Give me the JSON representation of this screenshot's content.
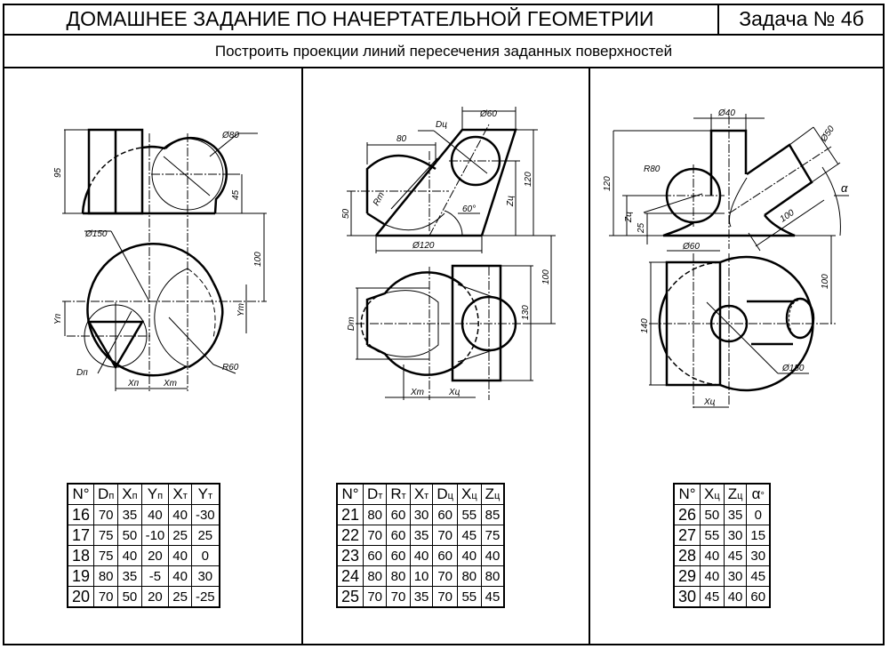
{
  "header": {
    "title": "ДОМАШНЕЕ ЗАДАНИЕ ПО НАЧЕРТАТЕЛЬНОЙ ГЕОМЕТРИИ",
    "task": "Задача № 4б",
    "subtitle": "Построить проекции линий пересечения заданных поверхностей"
  },
  "drawing1": {
    "labels": {
      "h95": "95",
      "d80": "Ø80",
      "h45": "45",
      "d150": "Ø150",
      "v100": "100",
      "yp": "Yп",
      "yt": "Yт",
      "dp": "Dп",
      "r60": "R60",
      "xp": "Xп",
      "xt": "Xт"
    }
  },
  "drawing2": {
    "labels": {
      "w80": "80",
      "dc": "Dц",
      "d60": "Ø60",
      "h120": "120",
      "zc": "Zц",
      "rt": "Rт",
      "a60": "60°",
      "h50": "50",
      "d120": "Ø120",
      "v100": "100",
      "h130": "130",
      "dt": "Dт",
      "xt": "Xт",
      "xc": "Xц"
    }
  },
  "drawing3": {
    "labels": {
      "d40": "Ø40",
      "h120": "120",
      "d50": "Ø50",
      "r80": "R80",
      "alpha": "α",
      "zc": "Zц",
      "h25": "25",
      "l100": "100",
      "d60": "Ø60",
      "h140": "140",
      "v100": "100",
      "d150": "Ø150",
      "xc": "Xц"
    }
  },
  "tables": [
    {
      "headers": [
        [
          "N°",
          ""
        ],
        [
          "D",
          "п"
        ],
        [
          "X",
          "п"
        ],
        [
          "Y",
          "п"
        ],
        [
          "X",
          "т"
        ],
        [
          "Y",
          "т"
        ]
      ],
      "rows": [
        [
          "16",
          "70",
          "35",
          "40",
          "40",
          "-30"
        ],
        [
          "17",
          "75",
          "50",
          "-10",
          "25",
          "25"
        ],
        [
          "18",
          "75",
          "40",
          "20",
          "40",
          "0"
        ],
        [
          "19",
          "80",
          "35",
          "-5",
          "40",
          "30"
        ],
        [
          "20",
          "70",
          "50",
          "20",
          "25",
          "-25"
        ]
      ]
    },
    {
      "headers": [
        [
          "N°",
          ""
        ],
        [
          "D",
          "т"
        ],
        [
          "R",
          "т"
        ],
        [
          "X",
          "т"
        ],
        [
          "D",
          "ц"
        ],
        [
          "X",
          "ц"
        ],
        [
          "Z",
          "ц"
        ]
      ],
      "rows": [
        [
          "21",
          "80",
          "60",
          "30",
          "60",
          "55",
          "85"
        ],
        [
          "22",
          "70",
          "60",
          "35",
          "70",
          "45",
          "75"
        ],
        [
          "23",
          "60",
          "60",
          "40",
          "60",
          "40",
          "40"
        ],
        [
          "24",
          "80",
          "80",
          "10",
          "70",
          "80",
          "80"
        ],
        [
          "25",
          "70",
          "70",
          "35",
          "70",
          "55",
          "45"
        ]
      ]
    },
    {
      "headers": [
        [
          "N°",
          ""
        ],
        [
          "X",
          "ц"
        ],
        [
          "Z",
          "ц"
        ],
        [
          "α",
          "°"
        ]
      ],
      "rows": [
        [
          "26",
          "50",
          "35",
          "0"
        ],
        [
          "27",
          "55",
          "30",
          "15"
        ],
        [
          "28",
          "40",
          "45",
          "30"
        ],
        [
          "29",
          "40",
          "30",
          "45"
        ],
        [
          "30",
          "45",
          "40",
          "60"
        ]
      ]
    }
  ]
}
